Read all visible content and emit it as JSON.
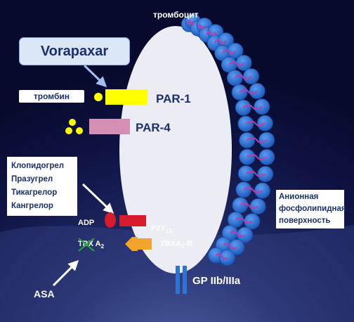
{
  "labels": {
    "platelet": "тромбоцит",
    "vorapaxar": "Vorapaxar",
    "thrombin": "тромбин",
    "par1": "PAR-1",
    "par4": "PAR-4",
    "p2y12_drugs": [
      "Клопидогрел",
      "Празугрел",
      "Тикагрелор",
      "Кангрелор"
    ],
    "adp": "ADP",
    "p2y12_main": "P2Y",
    "p2y12_sub": "12",
    "tbx_main": "TBX A",
    "tbx_sub": "2",
    "tbxa_main": "TBXA",
    "tbxa_sub": "2",
    "tbxa_suffix": "-R",
    "asa": "ASA",
    "anionic": [
      "Анионная",
      "фосфолипидная",
      "поверхность"
    ],
    "gp": "GP IIb/IIIa"
  },
  "colors": {
    "background": "#0b0f3a",
    "platelet": "#ececf4",
    "vorapaxar_box": "#dbe6f7",
    "par1_rect": "#ffff00",
    "par4_rect": "#d58fb5",
    "thrombin_dot": "#ffff00",
    "adp_oval": "#d81b2a",
    "p2y12_rect": "#d81b2a",
    "tbxa_receptor": "#f2a52a",
    "gp_bars": "#2f74d0",
    "membrane_bead": "#2f74d0",
    "membrane_link": "#c03aa8",
    "x_mark": "#22aa33"
  }
}
